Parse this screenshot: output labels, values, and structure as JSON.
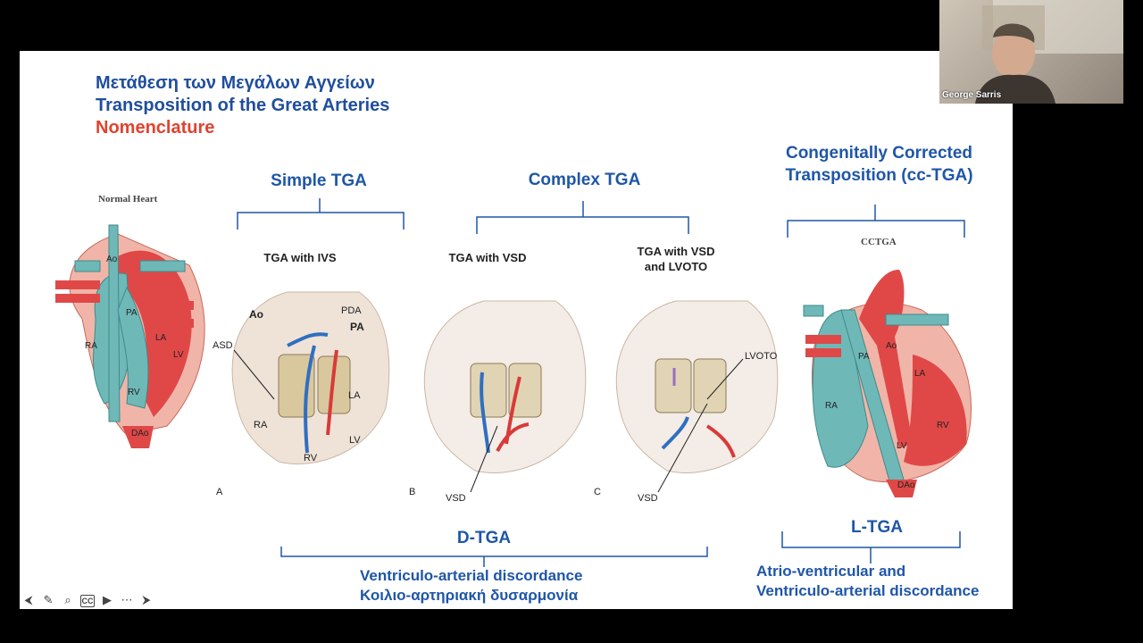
{
  "slide": {
    "title_greek": "Μετάθεση των Μεγάλων Αγγείων",
    "title_english": "Transposition of the Great Arteries",
    "subtitle": "Nomenclature",
    "normal_heart_label": "Normal Heart",
    "simple_tga": "Simple TGA",
    "complex_tga": "Complex TGA",
    "cc_tga_line1": "Congenitally Corrected",
    "cc_tga_line2": "Transposition (cc-TGA)",
    "tga_ivs": "TGA with IVS",
    "tga_vsd": "TGA with VSD",
    "tga_vsd_lvoto_line1": "TGA with VSD",
    "tga_vsd_lvoto_line2": "and LVOTO",
    "cctga_label": "CCTGA",
    "d_tga": "D-TGA",
    "l_tga": "L-TGA",
    "d_desc_line1": "Ventriculo-arterial discordance",
    "d_desc_line2": "Κοιλιο-αρτηριακή δυσαρμονία",
    "l_desc_line1": "Atrio-ventricular and",
    "l_desc_line2": "Ventriculo-arterial discordance",
    "panel_a": "A",
    "panel_b": "B",
    "panel_c": "C",
    "labels": {
      "ao": "Ao",
      "pa": "PA",
      "pda": "PDA",
      "la": "LA",
      "lv": "LV",
      "ra": "RA",
      "rv": "RV",
      "dao": "DAo",
      "vsd": "VSD",
      "asd": "ASD",
      "lvoto": "LVOTO"
    }
  },
  "video": {
    "participant_name": "George Sarris"
  },
  "controls": {
    "items": [
      "prev-icon",
      "pen-icon",
      "zoom-icon",
      "cc-icon",
      "video-icon",
      "more-icon",
      "next-icon"
    ]
  },
  "colors": {
    "title_blue": "#1f4e9e",
    "accent_red": "#e0432f",
    "aorta_red": "#e04848",
    "venous_teal": "#6fb8b8"
  }
}
